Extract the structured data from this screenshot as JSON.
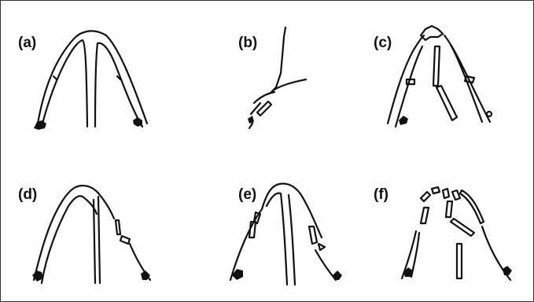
{
  "figure": {
    "panels": [
      {
        "label": "(a)"
      },
      {
        "label": "(b)"
      },
      {
        "label": "(c)"
      },
      {
        "label": "(d)"
      },
      {
        "label": "(e)"
      },
      {
        "label": "(f)"
      }
    ]
  },
  "colors": {
    "stroke": "#111111",
    "background": "#ffffff",
    "border": "#333333"
  }
}
